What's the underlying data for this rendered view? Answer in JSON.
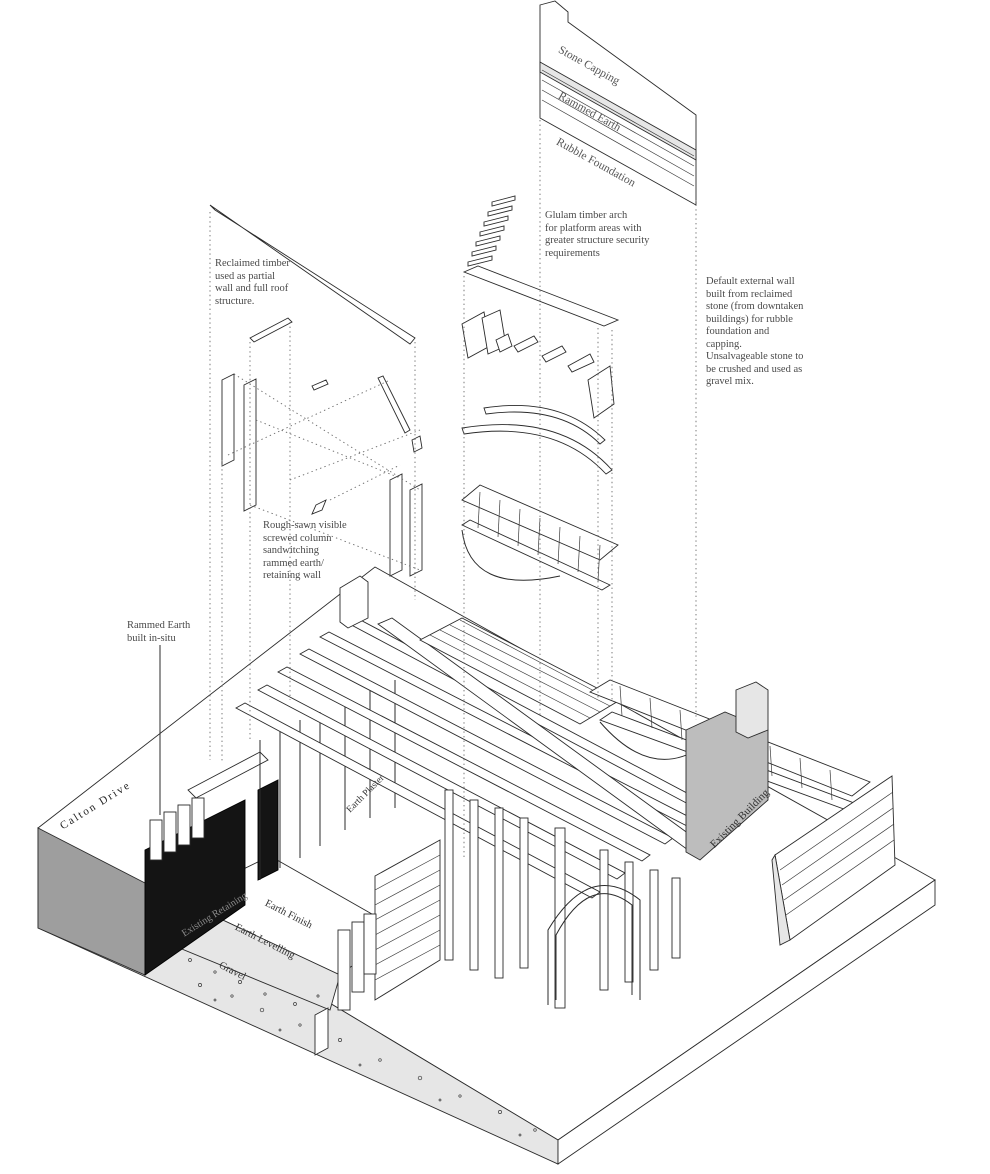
{
  "annotations": {
    "reclaimed_timber": "Reclaimed timber\nused as partial\nwall and full roof\nstructure.",
    "glulam_arch": "Glulam timber arch\nfor platform areas with\ngreater structure security\nrequirements",
    "default_external_wall": "Default external wall\nbuilt from reclaimed\nstone (from downtaken\nbuildings) for rubble\nfoundation and\ncapping.\nUnsalvageable stone to\nbe crushed and used as\ngravel mix.",
    "rough_sawn_column": "Rough-sawn visible\nscrewed column\nsandwitching\nrammed earth/\nretaining wall",
    "rammed_earth_insitu": "Rammed Earth\nbuilt in-situ"
  },
  "wall_layers": {
    "stone_capping": "Stone Capping",
    "rammed_earth": "Rammed Earth",
    "rubble_foundation": "Rubble Foundation"
  },
  "site_labels": {
    "street": "Calton Drive",
    "existing_retaining": "Existing Retaining",
    "earth_finish": "Earth Finish",
    "earth_levelling": "Earth Levelling",
    "gravel": "Gravel",
    "earth_plaster": "Earth Plaster",
    "existing_building": "Existing Building"
  },
  "colors": {
    "line": "#2b2b2b",
    "text": "#4a4a4a",
    "retaining_wall": "#141414",
    "existing_building": "#bdbdbd"
  }
}
